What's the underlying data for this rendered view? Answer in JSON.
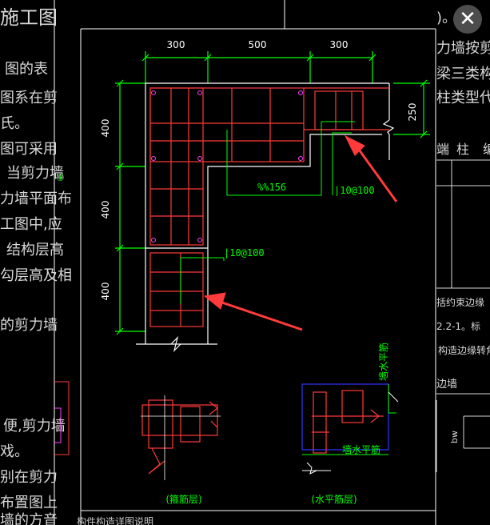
{
  "colors": {
    "background": "#000000",
    "rebar": "#ff3a3a",
    "dimension": "#00ff00",
    "outline": "#ffffff",
    "leader": "#20e0a0",
    "magenta": "#ff40ff",
    "blue": "#3333ff",
    "arrow": "#ff3b3b",
    "side_text": "#d8d8d8"
  },
  "close_button": {
    "icon": "close-icon",
    "glyph": "✕"
  },
  "left_panel": {
    "title": "施工图",
    "lines": [
      "图的表",
      "图系在剪",
      "氏。",
      "图可采用",
      "当剪力墙",
      "力墙平面布",
      "工图中,应",
      "结构层高",
      "勾层高及相",
      "的剪力墙",
      "便,剪力墙",
      "戏。",
      "别在剪力",
      "布置图上",
      "墙的方音"
    ],
    "marker": "①"
  },
  "right_panel": {
    "lines": [
      "力墙按剪",
      "梁三类构件",
      "柱类型代"
    ],
    "top_mark": ")。",
    "table_headers": [
      "端",
      "柱",
      "编"
    ],
    "notes": [
      "括约束边缘",
      "2.2-1。标",
      "构造边缘转角"
    ],
    "wall_label": "边墙",
    "bw_label": "bw"
  },
  "drawing": {
    "dim_top": [
      "300",
      "500",
      "300"
    ],
    "dim_left": [
      "400",
      "400",
      "400"
    ],
    "dim_right": "250",
    "callout_1": "%%156",
    "callout_2": "|10@100",
    "callout_3": "|10@100",
    "bottom_text": "构件构造详图说明"
  },
  "detail_left": {
    "label": "(箍筋层)"
  },
  "detail_right": {
    "label": "(水平筋层)",
    "horizontal_label": "墙水平筋",
    "vertical_label": "墙水平筋"
  }
}
